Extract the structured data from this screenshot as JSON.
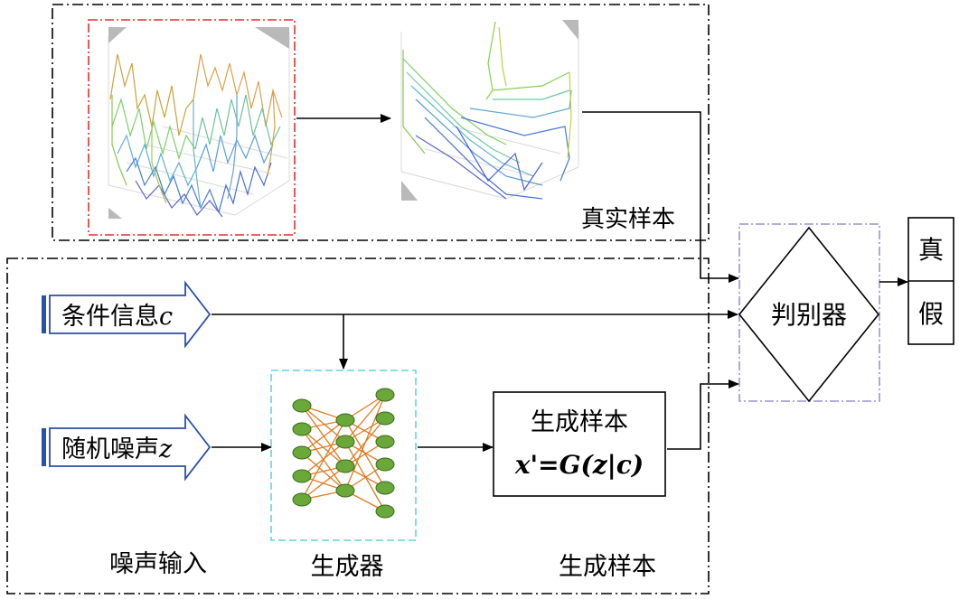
{
  "real_group": {
    "label": "真实样本"
  },
  "condition_input": {
    "label": "条件信息",
    "symbol": "c"
  },
  "noise_input": {
    "label": "随机噪声",
    "symbol": "z"
  },
  "generated_box": {
    "title": "生成样本",
    "formula": "x'=G(z|c)"
  },
  "discriminator": {
    "label": "判别器"
  },
  "output": {
    "real": "真",
    "fake": "假"
  },
  "captions": {
    "noise": "噪声输入",
    "generator": "生成器",
    "generated": "生成样本"
  },
  "colors": {
    "red_frame": "#e03030",
    "blue_arrow": "#2a4fa8",
    "cyan_frame": "#5fd3e6",
    "purple_frame": "#9b92d4",
    "node_fill": "#6aa83a",
    "edge": "#e07a20"
  }
}
